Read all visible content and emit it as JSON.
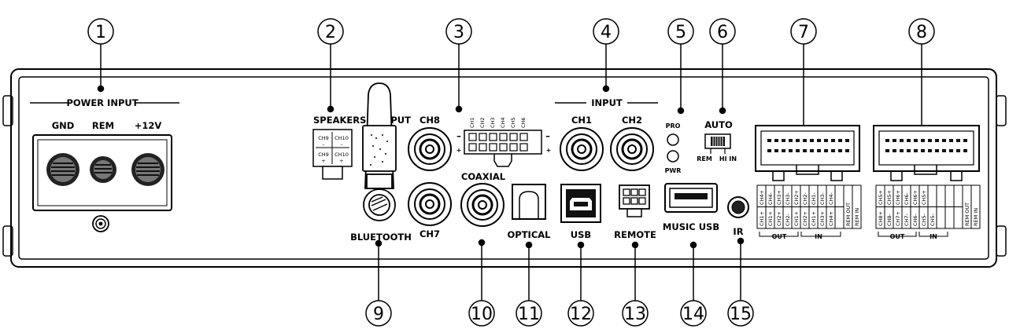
{
  "callouts": [
    {
      "number": "1"
    },
    {
      "number": "2"
    },
    {
      "number": "3"
    },
    {
      "number": "4"
    },
    {
      "number": "5"
    },
    {
      "number": "6"
    },
    {
      "number": "7"
    },
    {
      "number": "8"
    },
    {
      "number": "9"
    },
    {
      "number": "10"
    },
    {
      "number": "11"
    },
    {
      "number": "12"
    },
    {
      "number": "13"
    },
    {
      "number": "14"
    },
    {
      "number": "15"
    }
  ],
  "power": {
    "title": "POWER INPUT",
    "gnd": "GND",
    "rem": "REM",
    "v12": "+12V"
  },
  "speakers": {
    "title": "SPEAKERS OUTPUT",
    "ch9_neg": "CH9",
    "ch10_neg": "CH10",
    "ch9_pos": "CH9",
    "ch10_pos": "CH10",
    "minus": "–",
    "plus": "+"
  },
  "rca": {
    "ch8": "CH8",
    "ch7": "CH7"
  },
  "harness3": {
    "pins": [
      "CH1",
      "CH2",
      "CH3",
      "CH4",
      "CH5",
      "CH6"
    ],
    "minus": "–",
    "plus": "+"
  },
  "input": {
    "title": "INPUT",
    "ch1": "CH1",
    "ch2": "CH2"
  },
  "leds": {
    "pro": "PRO",
    "pwr": "PWR"
  },
  "auto": {
    "title": "AUTO",
    "rem": "REM",
    "hi_in": "HI IN"
  },
  "connectors": {
    "coaxial": "COAXIAL",
    "optical": "OPTICAL",
    "usb": "USB",
    "remote": "REMOTE",
    "music_usb": "MUSIC USB",
    "ir": "IR",
    "bluetooth": "BLUETOOTH"
  },
  "pinout7": {
    "top": [
      "CH4+",
      "CH3+",
      "CH2+",
      "CH2-",
      "CH3-",
      "CH4-"
    ],
    "mid": [
      "CH1+",
      "CH1-",
      "CH1+",
      "CH1-"
    ],
    "bottom": [
      "CH1+",
      "CH2+",
      "CH3+",
      "CH2+",
      "CH3+",
      "CH4+"
    ],
    "left": [
      "CH4-",
      "CH1-",
      "CH2-",
      "CH3-"
    ],
    "rem": [
      "REM OUT",
      "REM IN"
    ],
    "out": "OUT",
    "in": "IN"
  },
  "pinout8": {
    "top": [
      "CH8+",
      "CH7+",
      "CH6-",
      "CH5-"
    ],
    "mid": [
      "CH8-",
      "CH5-",
      "CH5+"
    ],
    "bottom": [
      "CH5+",
      "CH6+",
      "CH7-",
      "CH6+",
      "CH5+"
    ],
    "rem": [
      "REM OUT",
      "REM IN"
    ],
    "out": "OUT",
    "in": "IN"
  }
}
